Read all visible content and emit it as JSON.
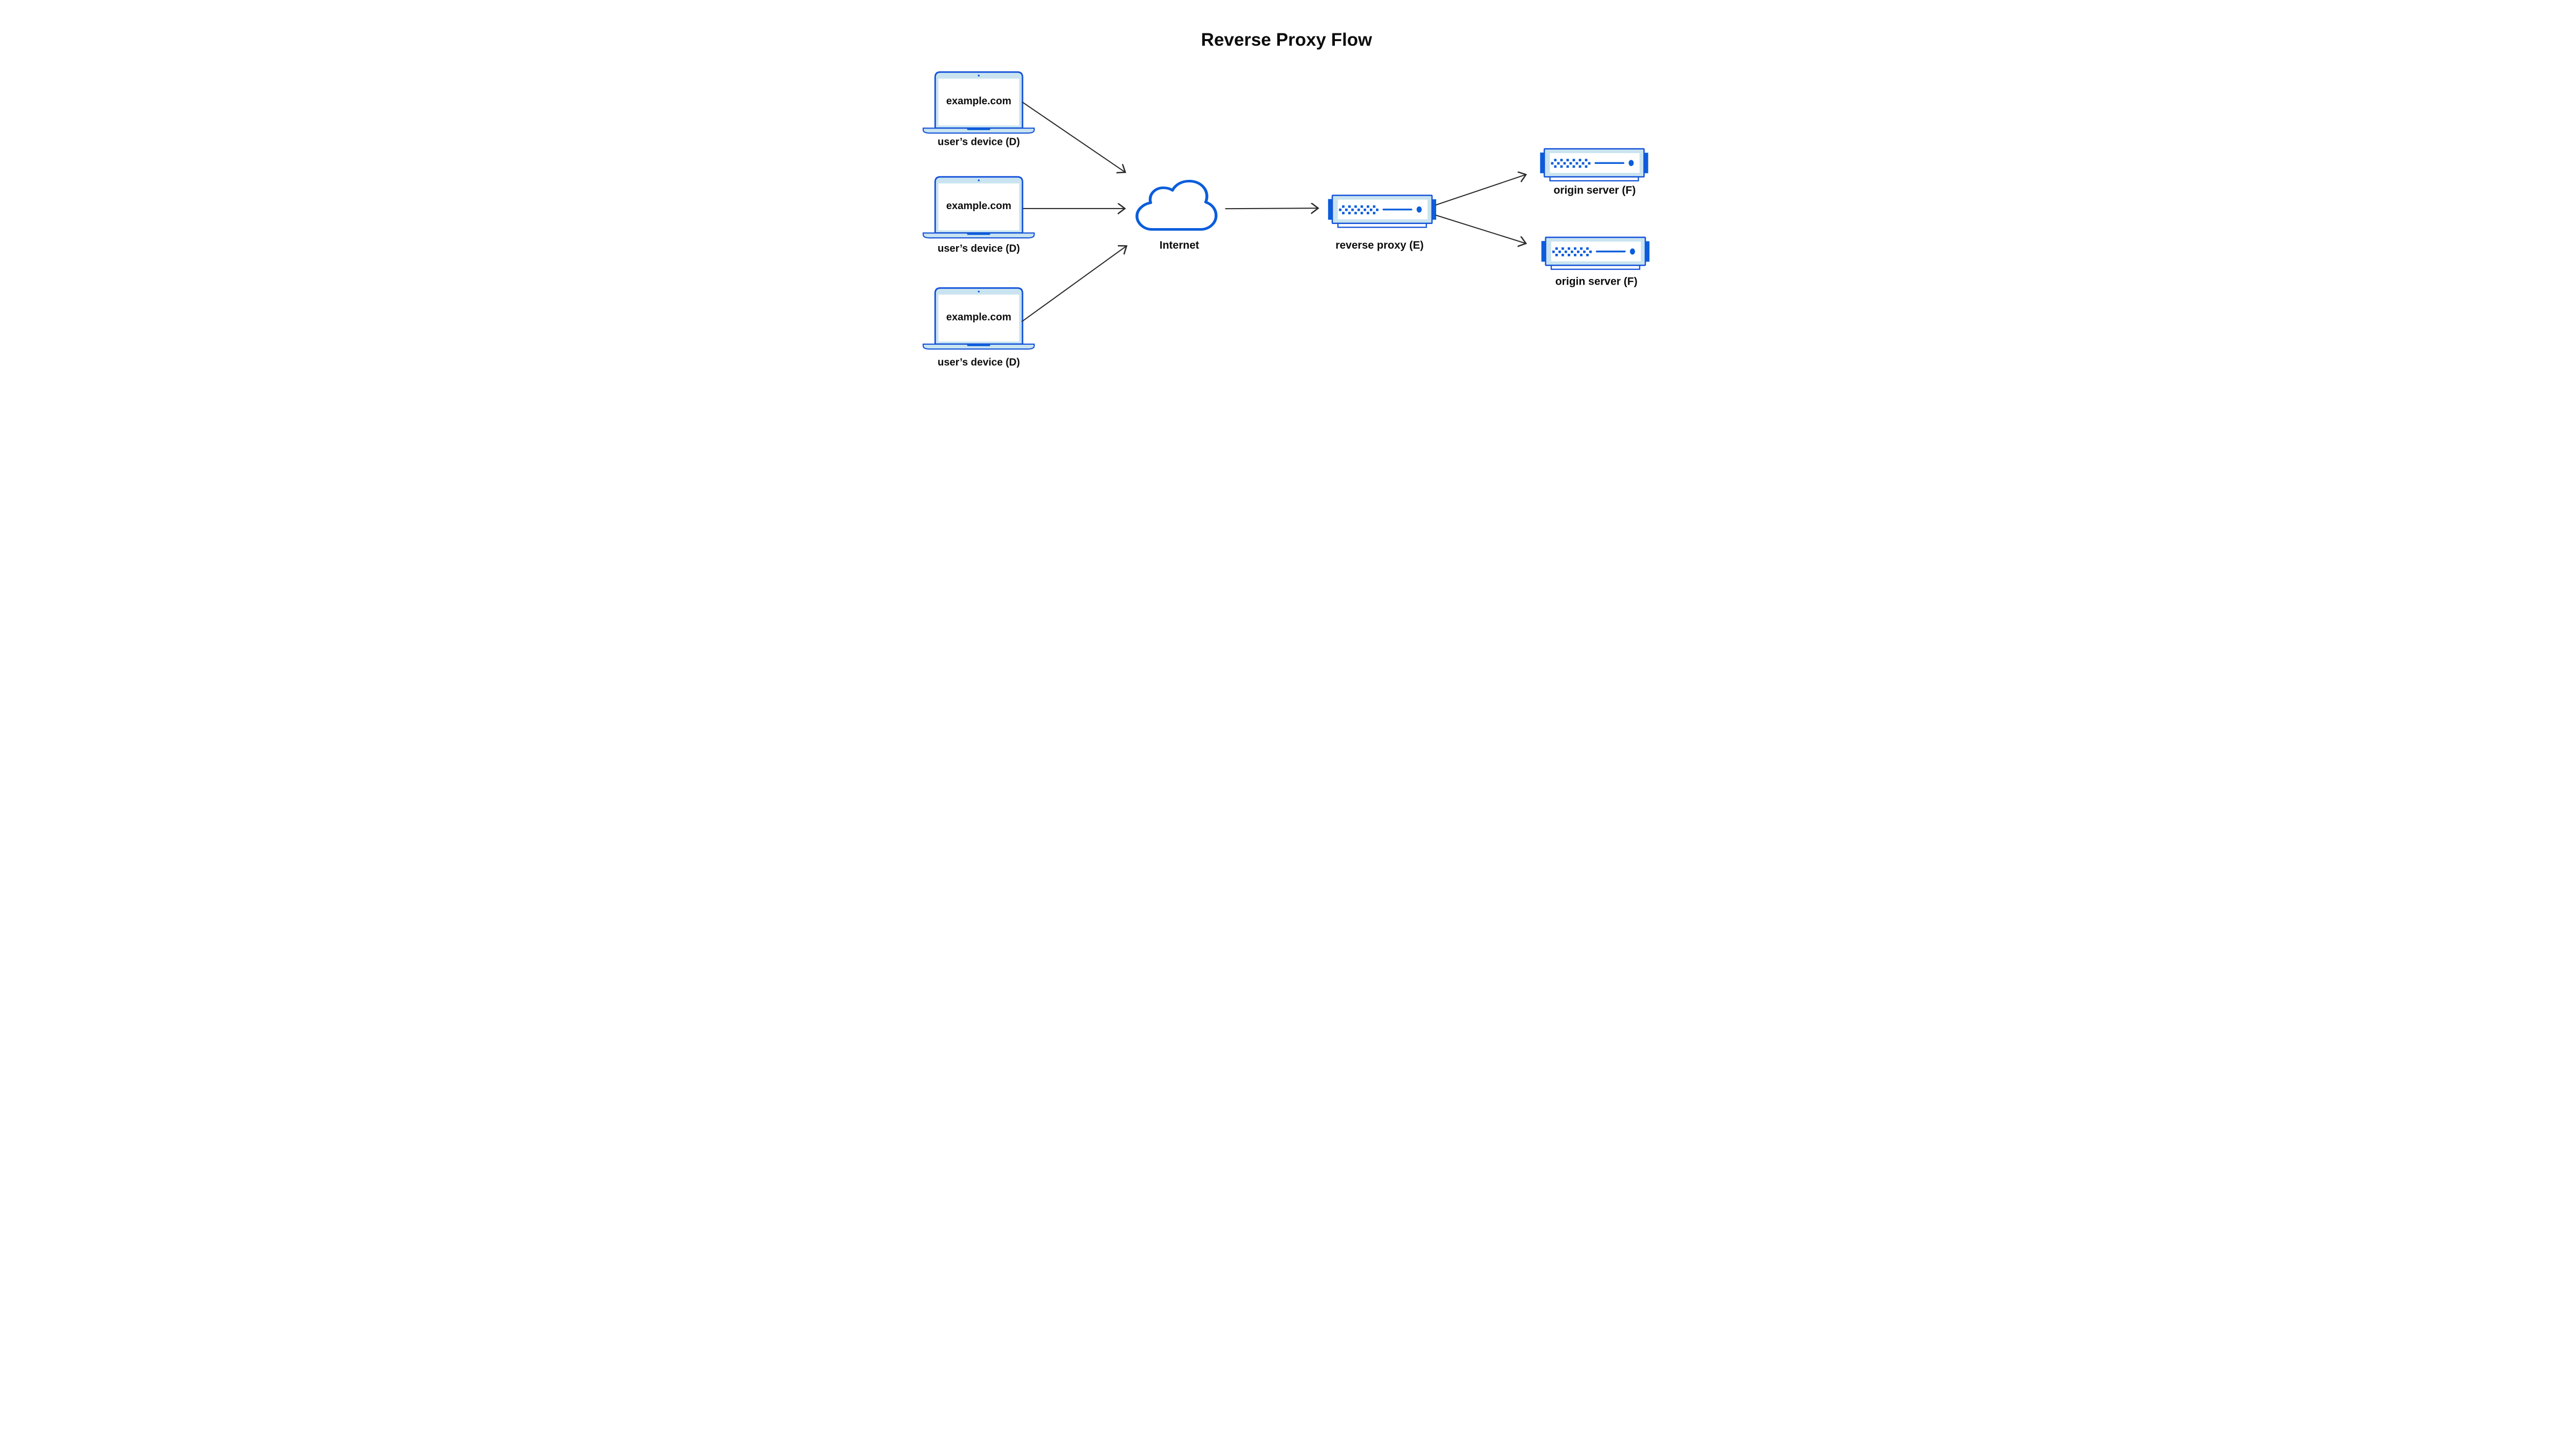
{
  "diagram": {
    "title": "Reverse Proxy Flow",
    "colors": {
      "stroke_blue": "#1754d9",
      "accent_blue": "#0b5ddb",
      "light_blue": "#c9e4f0",
      "arrow": "#2b2b2b",
      "text": "#0c0c0c",
      "background": "#ffffff"
    },
    "nodes": {
      "devices": [
        {
          "id": "device-1",
          "screen_text": "example.com",
          "label": "user’s device (D)"
        },
        {
          "id": "device-2",
          "screen_text": "example.com",
          "label": "user’s device (D)"
        },
        {
          "id": "device-3",
          "screen_text": "example.com",
          "label": "user’s device (D)"
        }
      ],
      "internet": {
        "label": "Internet"
      },
      "reverse_proxy": {
        "label": "reverse proxy (E)"
      },
      "origin_servers": [
        {
          "id": "origin-1",
          "label": "origin server (F)"
        },
        {
          "id": "origin-2",
          "label": "origin server (F)"
        }
      ]
    },
    "flows": [
      {
        "from": "device-1",
        "to": "internet"
      },
      {
        "from": "device-2",
        "to": "internet"
      },
      {
        "from": "device-3",
        "to": "internet"
      },
      {
        "from": "internet",
        "to": "reverse-proxy"
      },
      {
        "from": "reverse-proxy",
        "to": "origin-1"
      },
      {
        "from": "reverse-proxy",
        "to": "origin-2"
      }
    ]
  }
}
